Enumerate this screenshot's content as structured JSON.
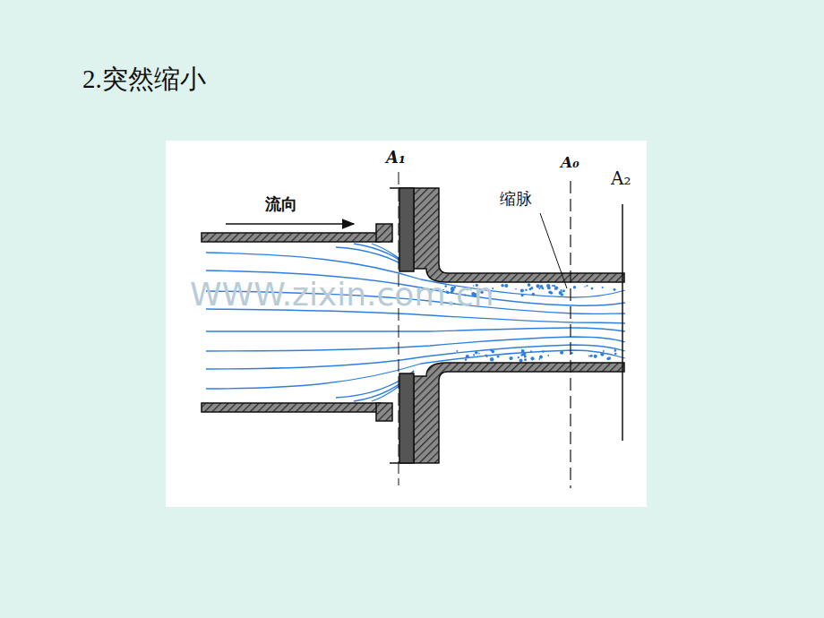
{
  "diagram": {
    "title": "2.突然缩小",
    "labels": [
      "A₁",
      "A₀",
      "A₂",
      "流向",
      "缩脉",
      "WWW.zixin.com.cn"
    ]
  }
}
